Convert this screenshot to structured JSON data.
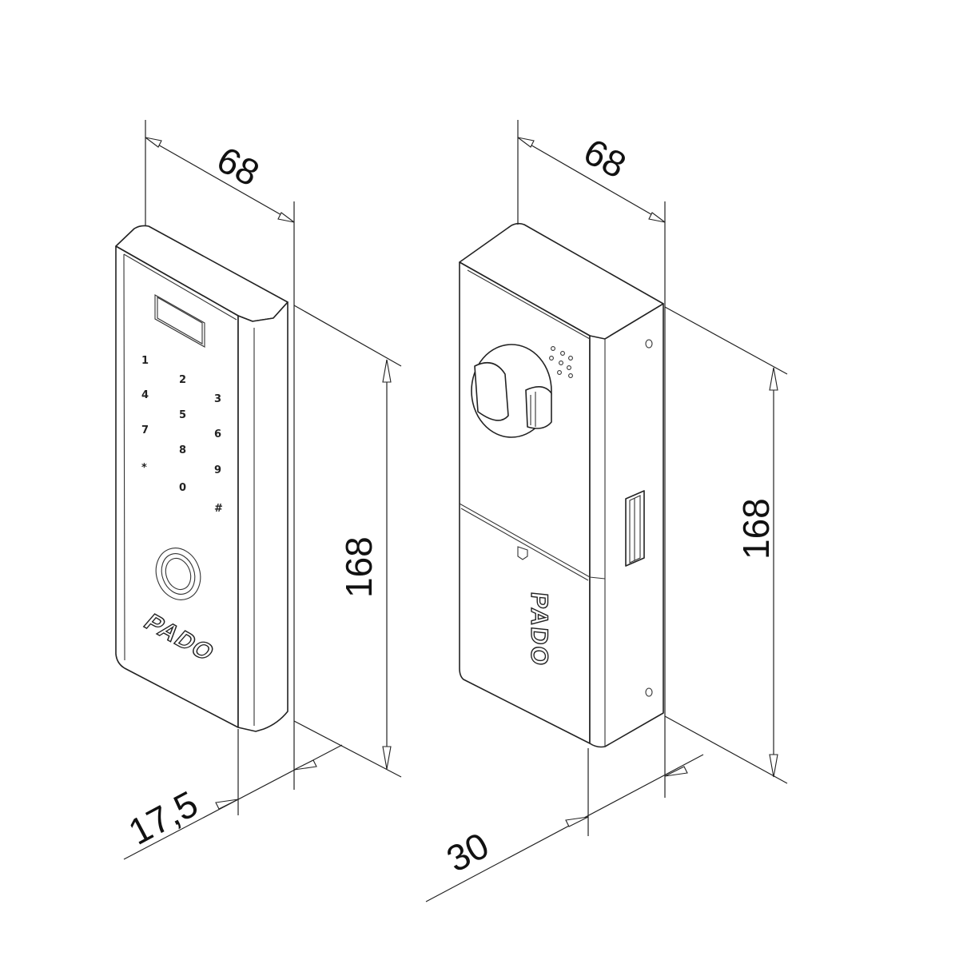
{
  "front_view": {
    "width_dim": "68",
    "height_dim": "168",
    "depth_dim": "17,5",
    "logo": "PADO",
    "keys": [
      "1",
      "2",
      "3",
      "4",
      "5",
      "6",
      "7",
      "8",
      "9",
      "*",
      "0",
      "#"
    ]
  },
  "back_view": {
    "width_dim": "68",
    "height_dim": "168",
    "depth_dim": "30",
    "logo": "PADO"
  }
}
